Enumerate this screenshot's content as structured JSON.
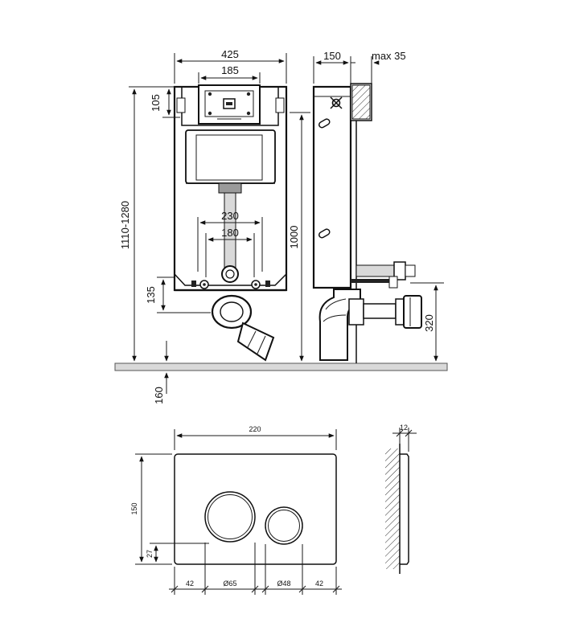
{
  "top_view": {
    "frame_width": "425",
    "plate_width": "185",
    "top_offset": "105",
    "total_height_range": "1110-1280",
    "outlet_spacing_outer": "230",
    "outlet_spacing_inner": "180",
    "outlet_height": "135",
    "frame_height": "1000",
    "floor_offset": "160"
  },
  "side_view": {
    "depth": "150",
    "max_extension": "max 35",
    "outlet_height": "320"
  },
  "flush_plate": {
    "width": "220",
    "height": "150",
    "thickness": "12",
    "button_offset_bottom": "27",
    "left_margin": "42",
    "big_button_diameter": "Ø65",
    "small_button_diameter": "Ø48",
    "right_margin": "42"
  }
}
